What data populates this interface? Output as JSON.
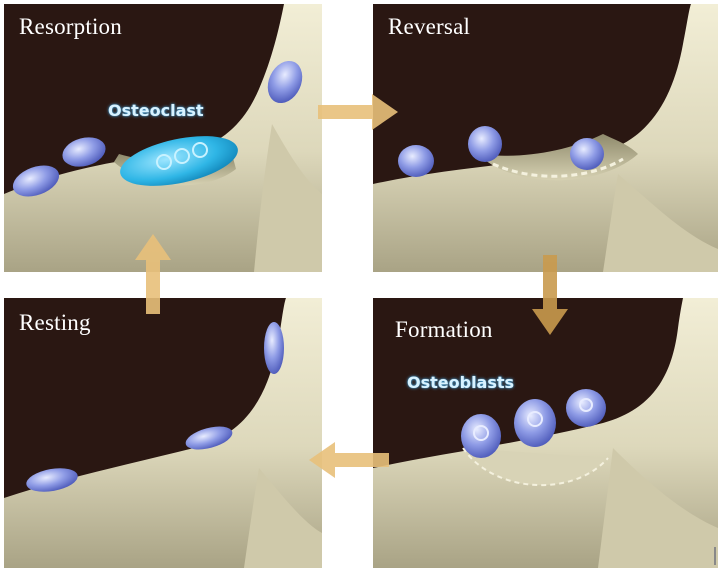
{
  "stages": {
    "resorption": "Resorption",
    "reversal": "Reversal",
    "resting": "Resting",
    "formation": "Formation"
  },
  "labels": {
    "osteoclast": "Osteoclast",
    "osteoblasts": "Osteoblasts"
  },
  "colors": {
    "background": "#2a1712",
    "bone": "#ddd8bb",
    "cell": "#7e8fe0",
    "osteoclast": "#2fb6e6",
    "arrow": "#e8c07a"
  }
}
